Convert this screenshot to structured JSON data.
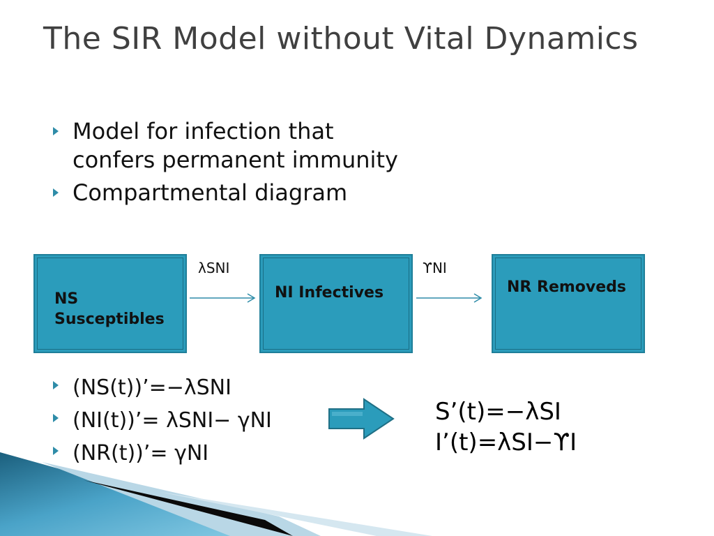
{
  "slide": {
    "title": "The SIR Model without Vital Dynamics",
    "bullets": [
      "Model for infection that confers permanent immunity",
      "Compartmental diagram"
    ]
  },
  "diagram": {
    "compartments": [
      {
        "line1": "NS",
        "line2": "Susceptibles"
      },
      {
        "line1": "NI Infectives",
        "line2": ""
      },
      {
        "line1": "NR Removeds",
        "line2": ""
      }
    ],
    "transitions": [
      "λSNI",
      "ϒNI"
    ]
  },
  "equations": [
    "(NS(t))’=−λSNI",
    "(NI(t))’= λSNI− γNI",
    "(NR(t))’= γNI"
  ],
  "reduced": [
    "S’(t)=−λSI",
    "I’(t)=λSI−ϒI"
  ],
  "colors": {
    "box_fill": "#2b9cbb",
    "box_border": "#1f7f99",
    "accent": "#2e8ca8",
    "title_text": "#404040"
  }
}
